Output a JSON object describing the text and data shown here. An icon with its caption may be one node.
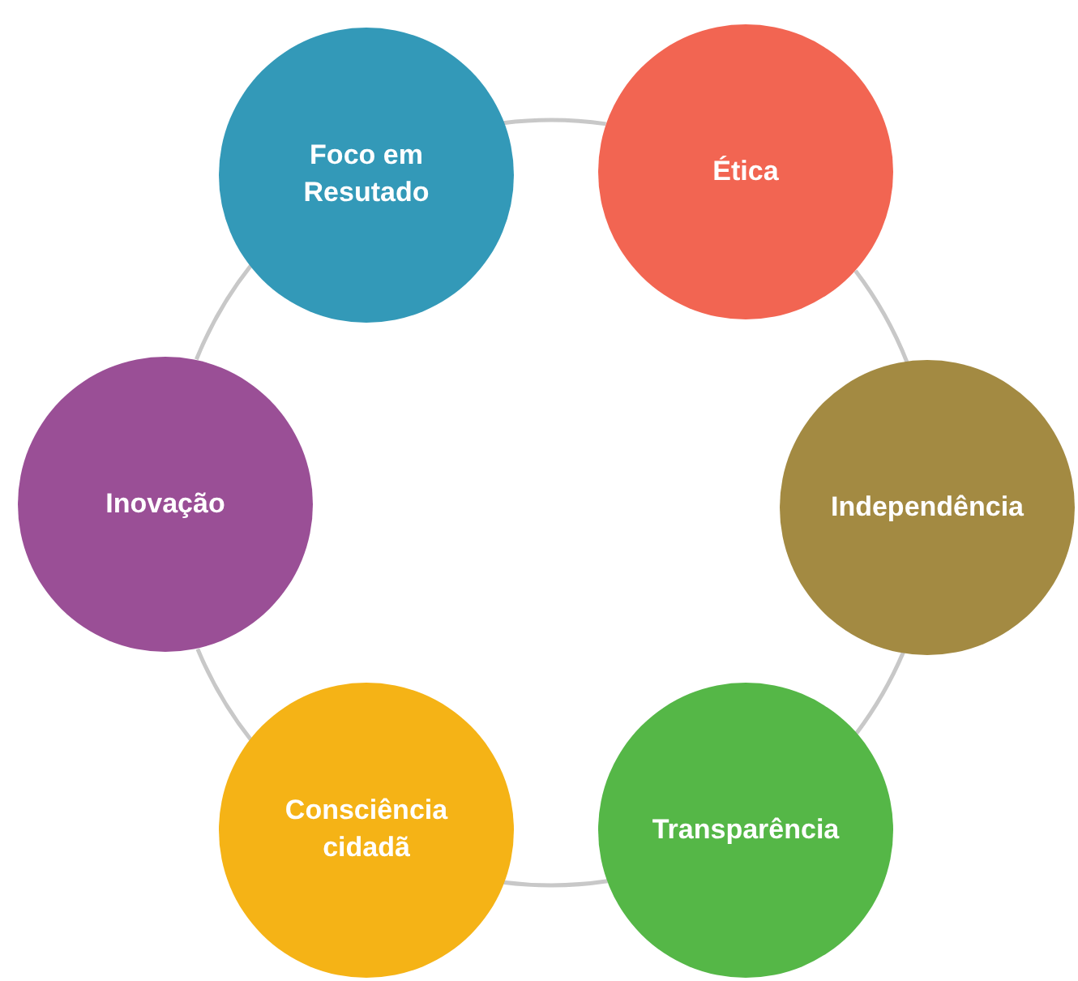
{
  "diagram": {
    "nodes": [
      {
        "text": [
          "Foco em Resutado"
        ]
      },
      {
        "text": [
          "Ética"
        ]
      },
      {
        "text": [
          "Independência"
        ]
      },
      {
        "text": [
          "Transparência"
        ]
      },
      {
        "text": [
          "Consciência cidadã"
        ]
      },
      {
        "text": [
          "Inovação"
        ]
      }
    ],
    "edges": [
      {
        "from": 0,
        "to": 1,
        "arrow": "none"
      },
      {
        "from": 1,
        "to": 2,
        "arrow": "none"
      },
      {
        "from": 2,
        "to": 3,
        "arrow": "none"
      },
      {
        "from": 3,
        "to": 4,
        "arrow": "none"
      },
      {
        "from": 4,
        "to": 5,
        "arrow": "none"
      },
      {
        "from": 5,
        "to": 0,
        "arrow": "none"
      }
    ]
  }
}
